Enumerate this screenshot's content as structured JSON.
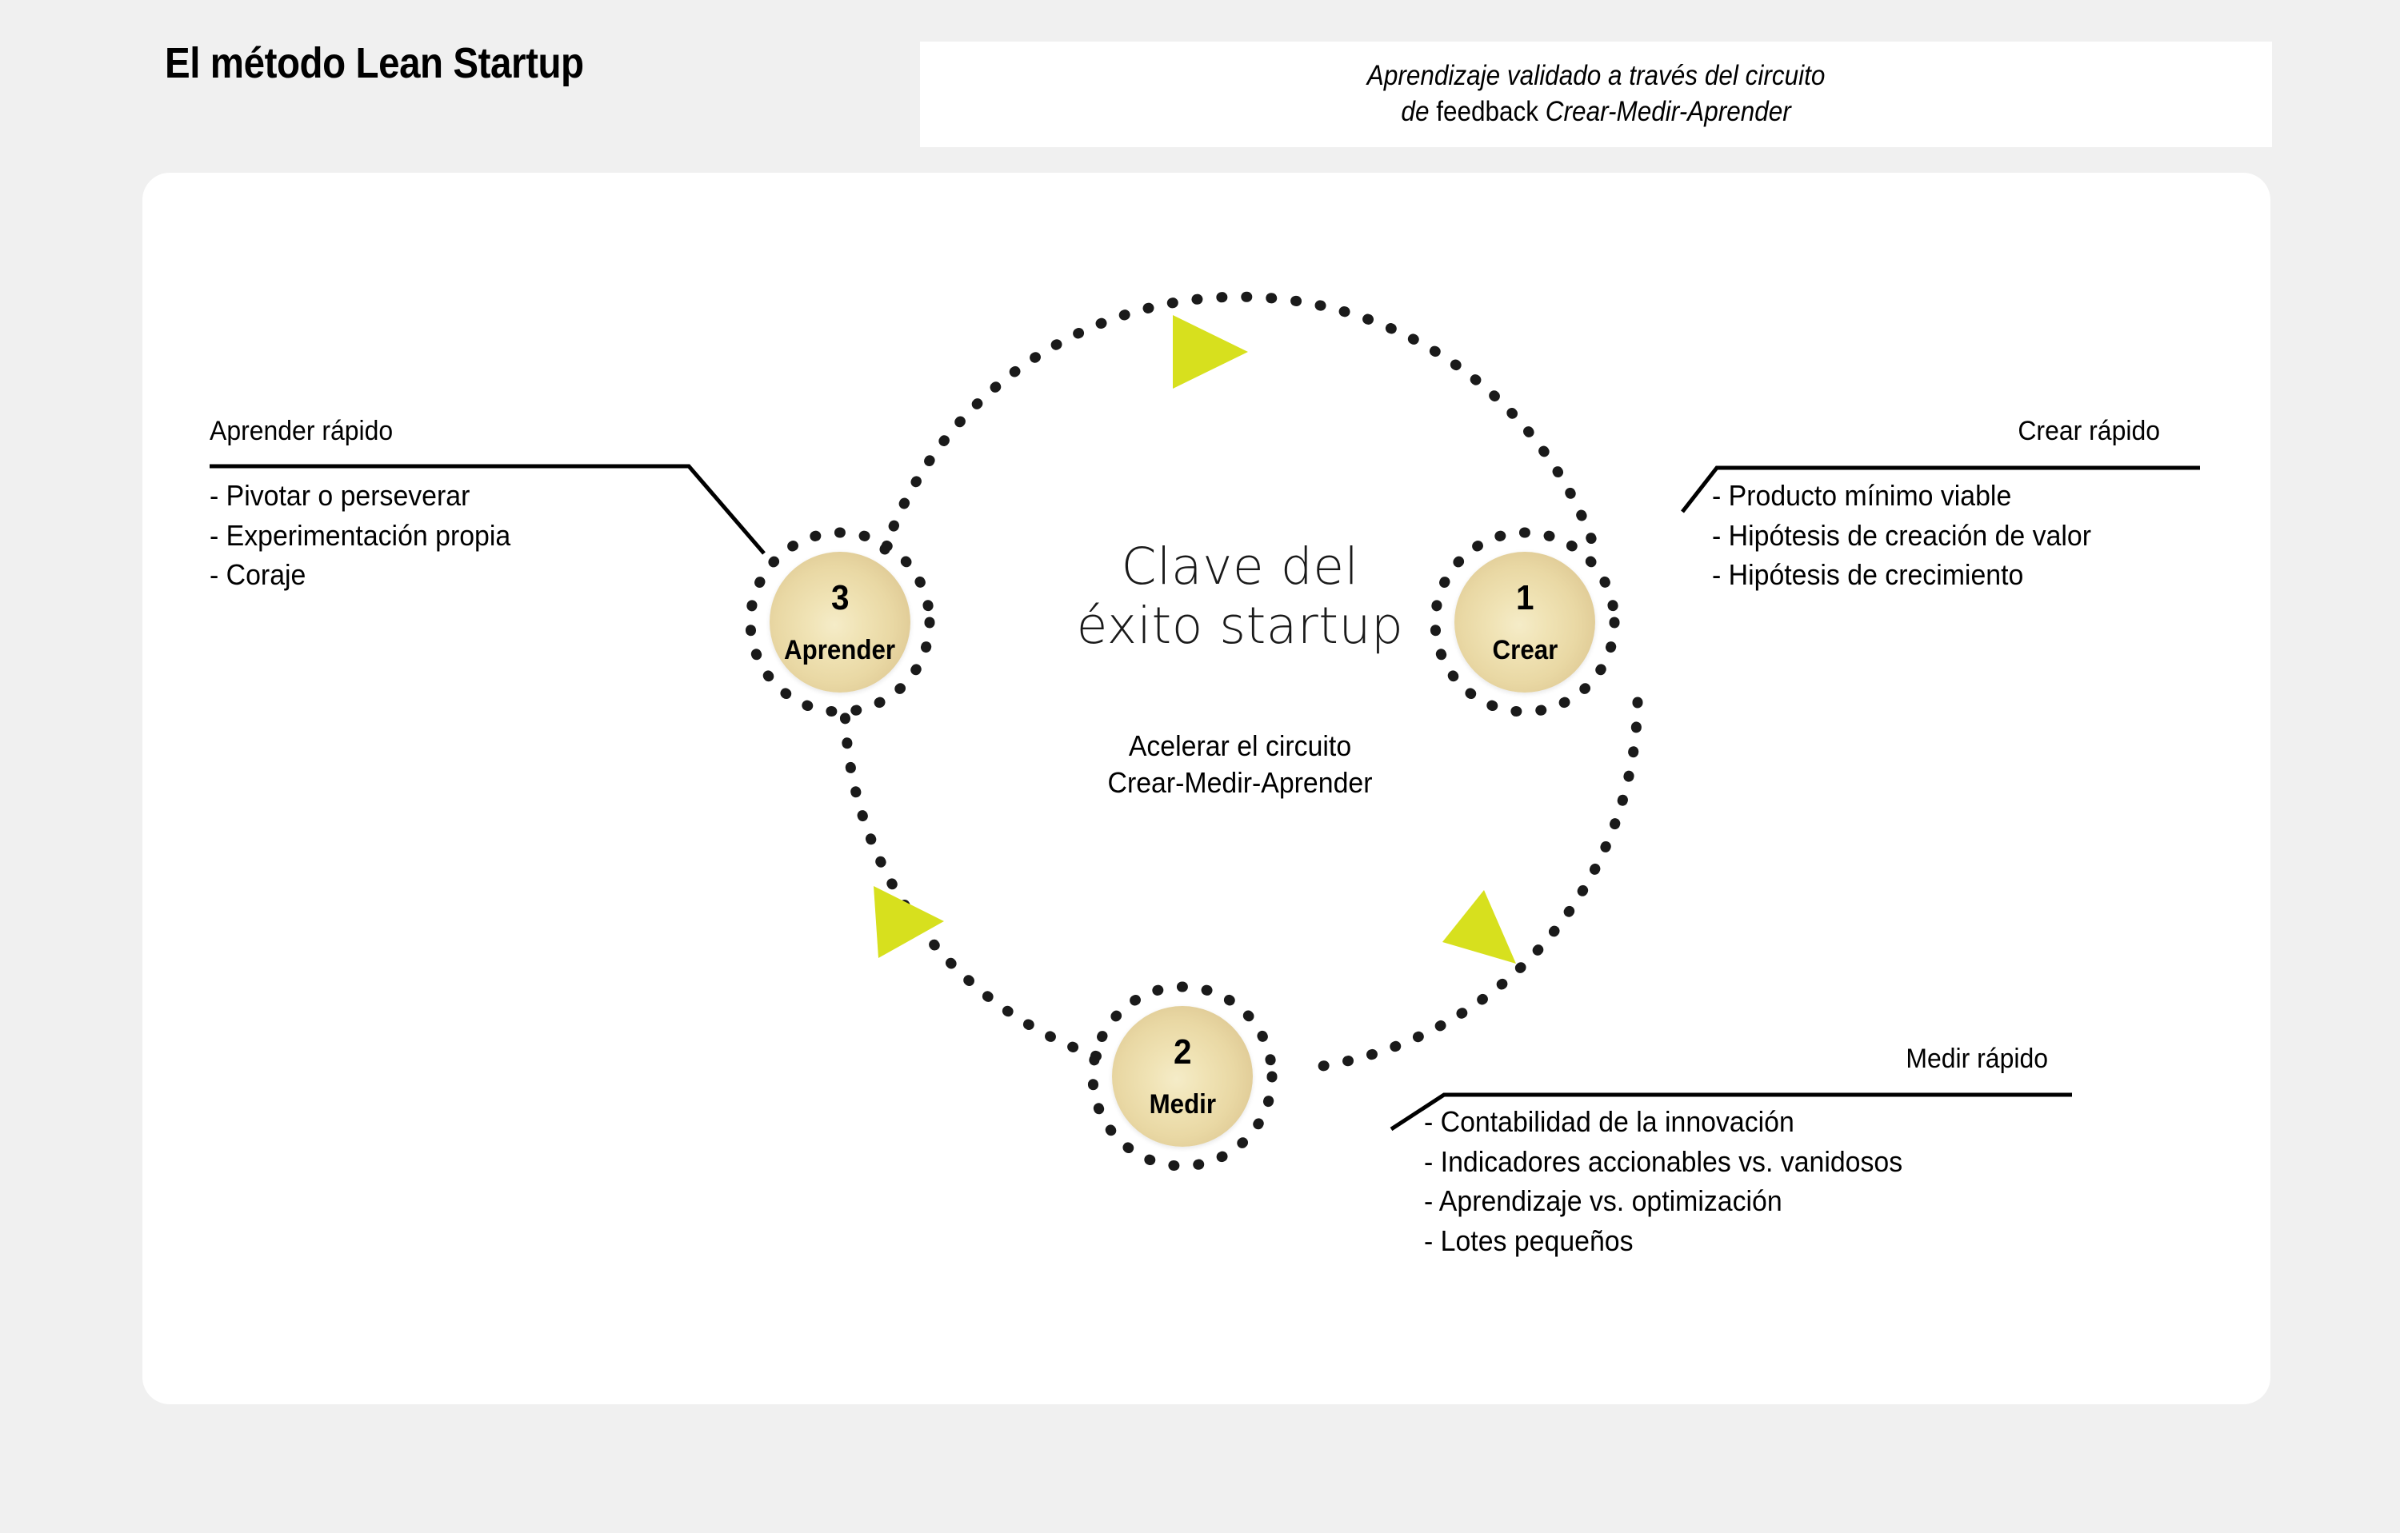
{
  "header": {
    "title": "El método Lean Startup",
    "subtitle_line1_italic": "Aprendizaje validado a través del circuito",
    "subtitle_line2_part1_italic": "de ",
    "subtitle_line2_part2_upright": "feedback ",
    "subtitle_line2_part3_italic": "Crear-Medir-Aprender"
  },
  "center": {
    "heading_line1": "Clave del",
    "heading_line2": "éxito startup",
    "sub_line1": "Acelerar el circuito",
    "sub_line2": "Crear-Medir-Aprender"
  },
  "nodes": [
    {
      "id": "crear",
      "number": "1",
      "label": "Crear"
    },
    {
      "id": "medir",
      "number": "2",
      "label": "Medir"
    },
    {
      "id": "aprender",
      "number": "3",
      "label": "Aprender"
    }
  ],
  "callouts": {
    "aprender": {
      "heading": "Aprender rápido",
      "items": [
        "- Pivotar o perseverar",
        "- Experimentación propia",
        "- Coraje"
      ]
    },
    "crear": {
      "heading": "Crear rápido",
      "items": [
        "- Producto mínimo viable",
        "- Hipótesis de creación de valor",
        "- Hipótesis de crecimiento"
      ]
    },
    "medir": {
      "heading": "Medir rápido",
      "items": [
        "- Contabilidad de la innovación",
        "- Indicadores accionables vs. vanidosos",
        "- Aprendizaje vs. optimización",
        "- Lotes pequeños"
      ]
    }
  },
  "colors": {
    "page_background": "#f0f0f0",
    "panel_background": "#ffffff",
    "node_fill_light": "#f5ecc8",
    "node_fill_dark": "#d6bd85",
    "arrow": "#d7e01e",
    "dotted_path": "#1a1a1a",
    "text": "#000000"
  },
  "icons": {
    "arrow_top": "arrow-triangle-right-icon",
    "arrow_bottom_right": "arrow-triangle-downleft-icon",
    "arrow_bottom_left": "arrow-triangle-right-icon",
    "loop_path": "dotted-cycle-path-icon"
  }
}
